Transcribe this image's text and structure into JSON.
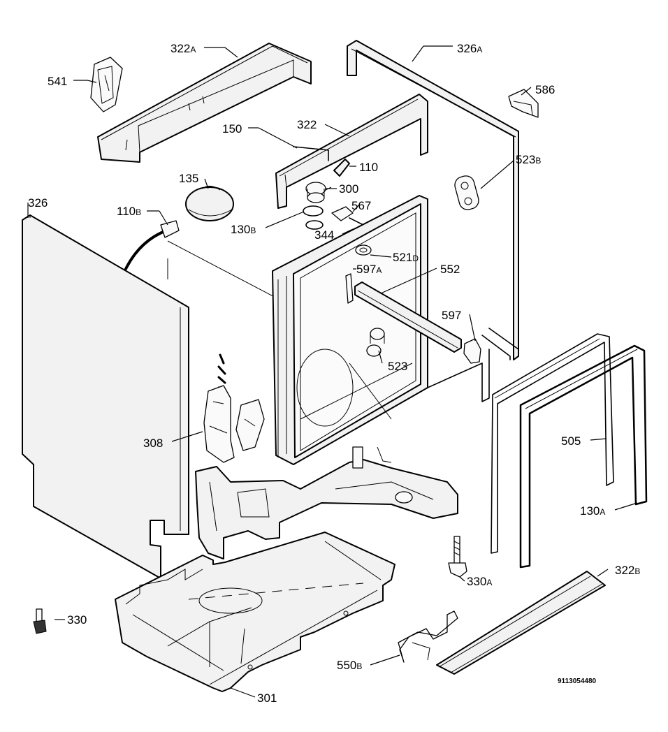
{
  "labels": {
    "p322a": {
      "num": "322",
      "suf": "A"
    },
    "p326a": {
      "num": "326",
      "suf": "A"
    },
    "p541": {
      "num": "541"
    },
    "p586": {
      "num": "586"
    },
    "p150": {
      "num": "150"
    },
    "p322": {
      "num": "322"
    },
    "p110": {
      "num": "110"
    },
    "p523b": {
      "num": "523",
      "suf": "B"
    },
    "p135": {
      "num": "135"
    },
    "p300": {
      "num": "300"
    },
    "p567": {
      "num": "567"
    },
    "p326": {
      "num": "326"
    },
    "p110b": {
      "num": "110",
      "suf": "B"
    },
    "p130b": {
      "num": "130",
      "suf": "B"
    },
    "p344": {
      "num": "344"
    },
    "p521d": {
      "num": "521",
      "suf": "D"
    },
    "p597a": {
      "num": "597",
      "suf": "A"
    },
    "p552": {
      "num": "552"
    },
    "p597": {
      "num": "597"
    },
    "p523": {
      "num": "523"
    },
    "p308": {
      "num": "308"
    },
    "p505": {
      "num": "505"
    },
    "p130a": {
      "num": "130",
      "suf": "A"
    },
    "p330a": {
      "num": "330",
      "suf": "A"
    },
    "p322b": {
      "num": "322",
      "suf": "B"
    },
    "p330": {
      "num": "330"
    },
    "p550b": {
      "num": "550",
      "suf": "B"
    },
    "p301": {
      "num": "301"
    }
  },
  "drawing_code": "9113054480"
}
